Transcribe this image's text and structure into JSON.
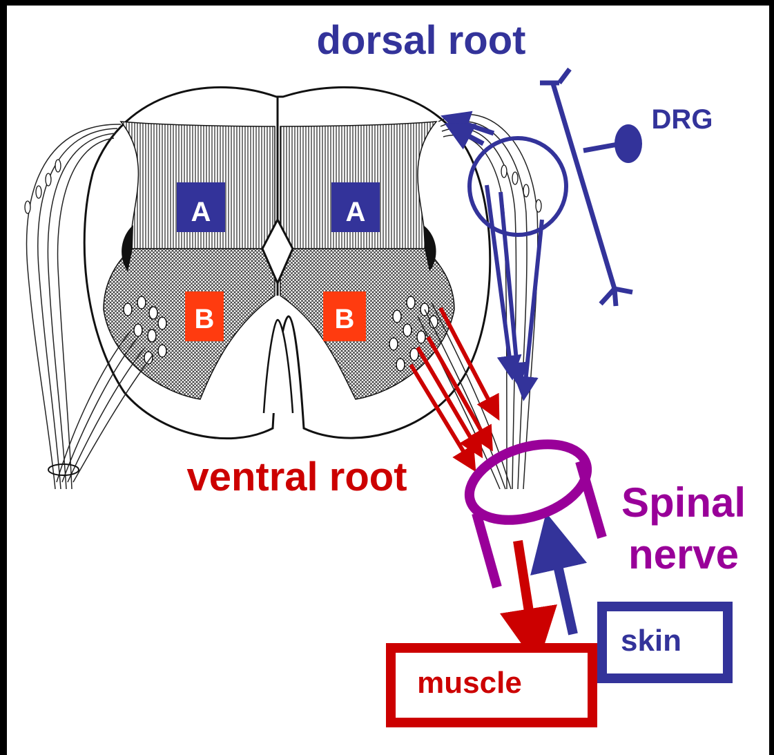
{
  "labels": {
    "dorsal_root": "dorsal root",
    "drg": "DRG",
    "ventral_root": "ventral root",
    "spinal_line1": "Spinal",
    "spinal_line2": "nerve",
    "skin": "skin",
    "muscle": "muscle",
    "region_a": "A",
    "region_b": "B"
  },
  "colors": {
    "dorsal": "#33339a",
    "ventral": "#cc0000",
    "spinal": "#990099",
    "region_b_fill": "#ff3b0f",
    "ink": "#111111"
  }
}
